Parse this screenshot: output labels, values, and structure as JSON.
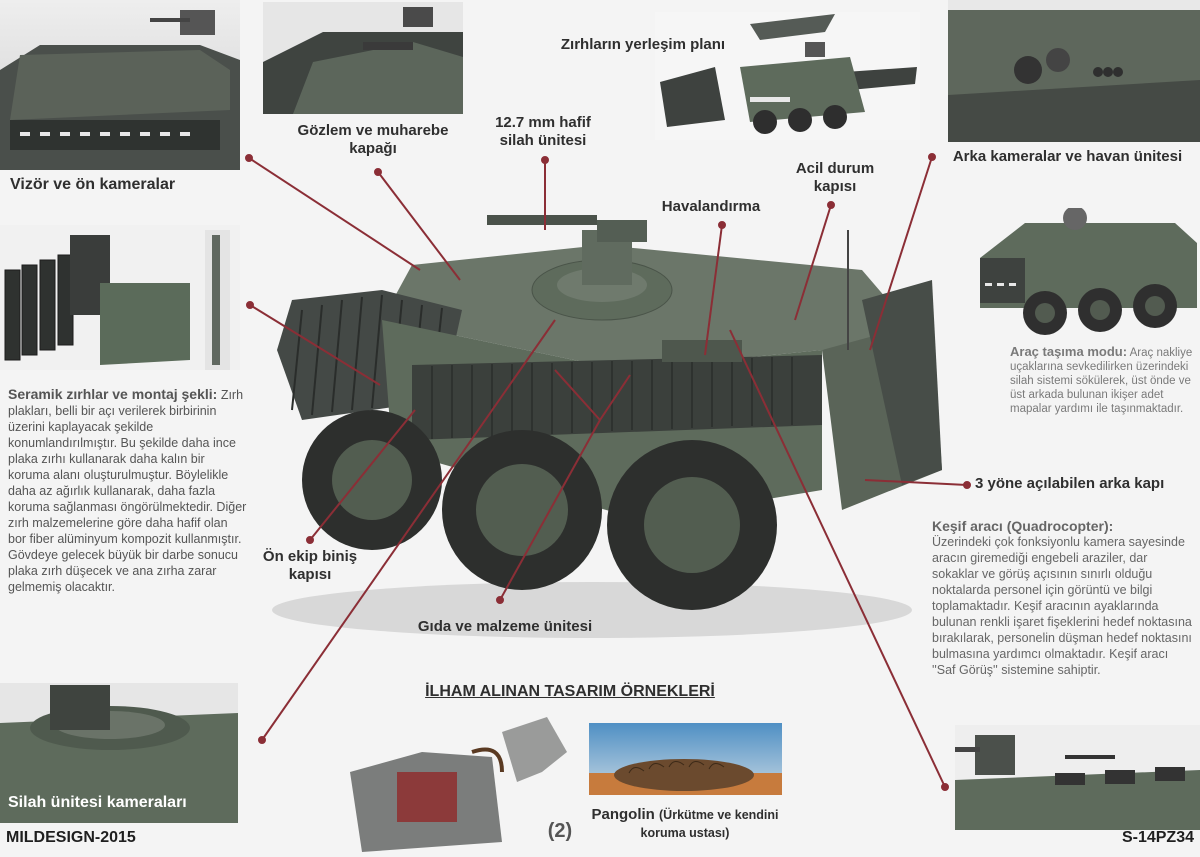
{
  "labels": {
    "top_center_title": "Zırhların yerleşim planı",
    "observation_hatch": "Gözlem ve muharebe kapağı",
    "weapon_unit": "12.7 mm hafif silah ünitesi",
    "ventilation": "Havalandırma",
    "emergency_door": "Acil durum kapısı",
    "rear_cameras": "Arka kameralar ve havan ünitesi",
    "visor": "Vizör ve ön kameralar",
    "front_door": "Ön ekip biniş kapısı",
    "food_unit": "Gıda ve malzeme ünitesi",
    "rear_door": "3 yöne açılabilen arka kapı",
    "weapon_cameras": "Silah ünitesi kameraları"
  },
  "ceramic": {
    "heading": "Seramik zırhlar ve montaj şekli:",
    "body": "Zırh plakları, belli bir açı verilerek birbirinin üzerini kaplayacak şekilde konumlandırılmıştır. Bu şekilde daha ince plaka zırhı kullanarak daha kalın bir koruma alanı oluşturulmuştur. Böylelikle daha az ağırlık kullanarak, daha fazla koruma sağlanması öngörülmektedir. Diğer zırh malzemelerine göre daha hafif olan bor fiber alüminyum kompozit kullanmıştır. Gövdeye gelecek büyük bir darbe sonucu plaka zırh düşecek ve ana zırha zarar gelmemiş olacaktır."
  },
  "transport": {
    "heading": "Araç taşıma modu:",
    "body": "Araç nakliye uçaklarına sevkedilirken üzerindeki silah sistemi sökülerek, üst önde ve üst arkada bulunan ikişer adet mapalar yardımı ile taşınmaktadır."
  },
  "recon": {
    "heading": "Keşif aracı (Quadrocopter):",
    "body": "Üzerindeki çok fonksiyonlu kamera sayesinde aracın giremediği engebeli araziler, dar sokaklar ve görüş açısının sınırlı olduğu noktalarda personel için görüntü ve bilgi toplamaktadır. Keşif aracının ayaklarında bulunan renkli işaret fişeklerini hedef noktasına bırakılarak, personelin düşman hedef noktasını bulmasına yardımcı olmaktadır. Keşif aracı ''Saf Görüş'' sistemine sahiptir."
  },
  "inspiration": {
    "title": "İLHAM ALINAN TASARIM ÖRNEKLERİ",
    "pangolin": "Pangolin",
    "pangolin_note": "(Ürkütme ve kendini koruma ustası)"
  },
  "footer": {
    "left": "MILDESIGN-2015",
    "center": "(2)",
    "right": "S-14PZ34"
  },
  "colors": {
    "armor_green": "#5e6b5c",
    "armor_dark": "#3a3f3b",
    "leader_line": "#8b2e36"
  }
}
